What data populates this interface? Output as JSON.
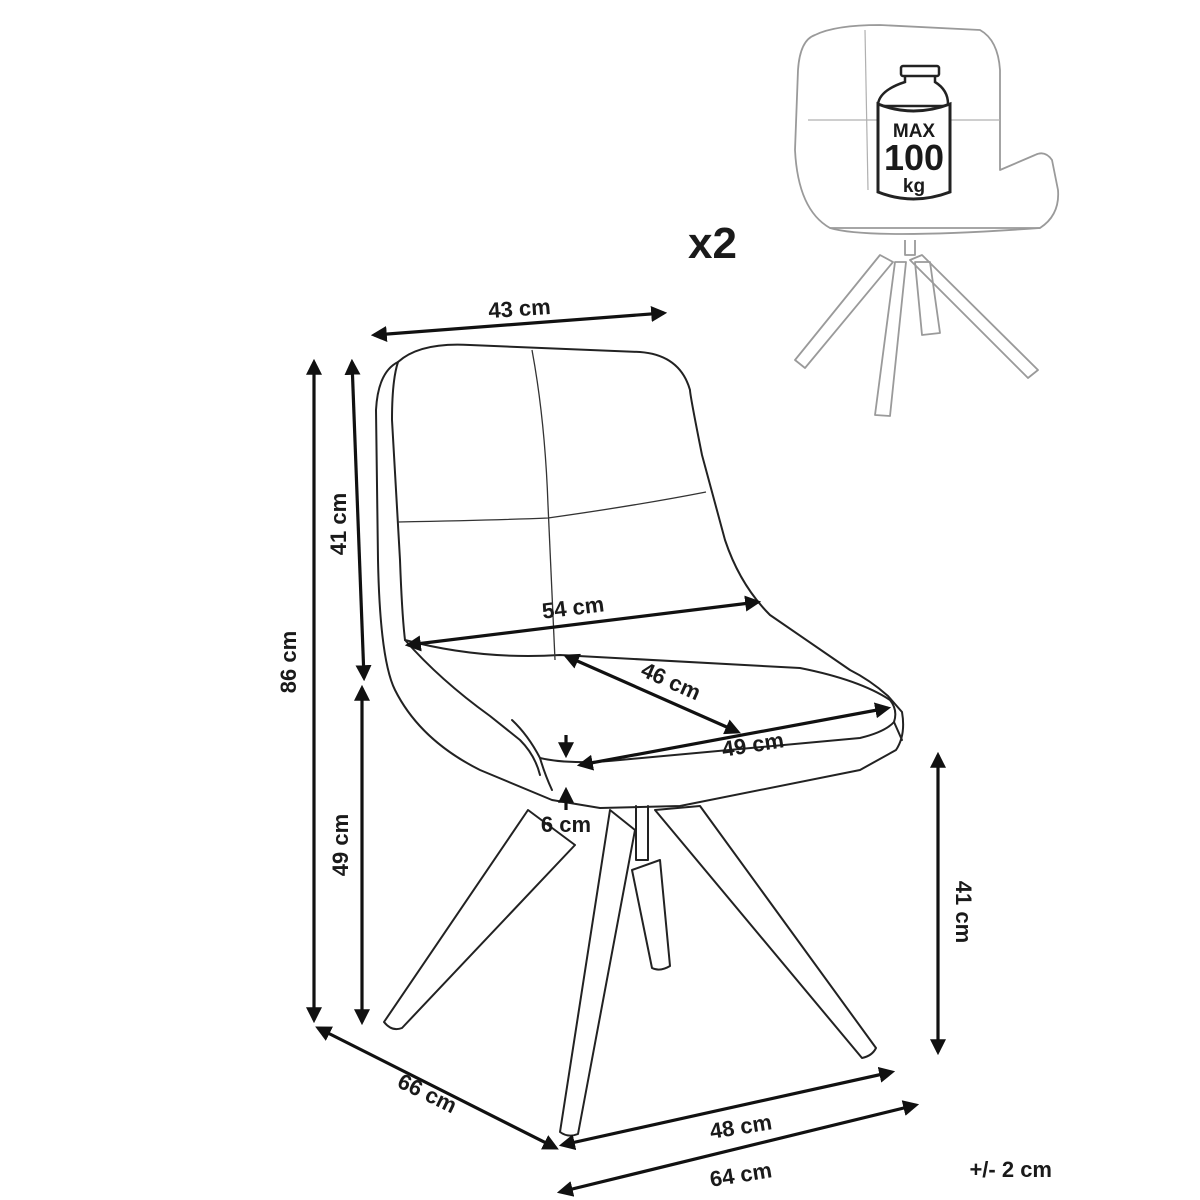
{
  "quantity_label": "x2",
  "weight_badge": {
    "line1": "MAX",
    "line2": "100",
    "line3": "kg"
  },
  "dimensions": {
    "top_width": "43 cm",
    "total_height": "86 cm",
    "backrest_height": "41 cm",
    "seat_height": "49 cm",
    "seat_width": "54 cm",
    "seat_depth": "46 cm",
    "front_seat_width": "49 cm",
    "cushion_thickness": "6 cm",
    "base_height": "41 cm",
    "total_depth": "66 cm",
    "base_width": "48 cm",
    "total_width": "64 cm"
  },
  "tolerance": "+/- 2 cm",
  "colors": {
    "line": "#222222",
    "ghost": "#9a9a9a",
    "text": "#1a1a1a"
  }
}
